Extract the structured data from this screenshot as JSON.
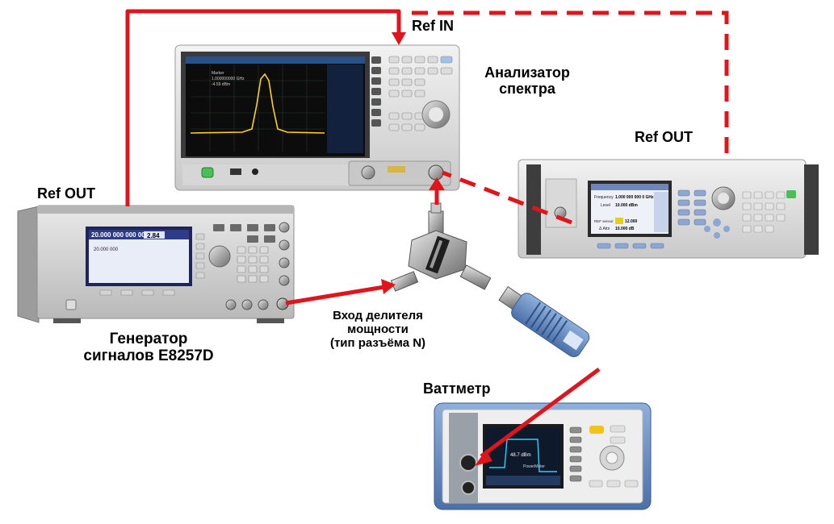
{
  "labels": {
    "ref_in": "Ref IN",
    "analyzer_line1": "Анализатор",
    "analyzer_line2": "спектра",
    "ref_out_generator": "Ref OUT",
    "ref_out_source": "Ref OUT",
    "generator_line1": "Генератор",
    "generator_line2": "сигналов E8257D",
    "splitter_line1": "Вход делителя",
    "splitter_line2": "мощности",
    "splitter_line3": "(тип разъёма N)",
    "wattmeter": "Ваттметр"
  },
  "analyzer_screen": {
    "marker_line1": "Marker",
    "marker_line2": "1.000000000 GHz",
    "marker_line3": "-4.59 dBm"
  },
  "generator_screen": {
    "frequency": "20.000 000 000 000",
    "amplitude": "2.84",
    "display_readout": "20.000 000"
  },
  "source_screen": {
    "freq_label": "Frequency",
    "freq_value": "1.000 000 000 0 GHz",
    "level_label": "Level",
    "level_value": "10.000 dBm",
    "ref_label": "REF sensor",
    "ref_value": "12.000",
    "attn_label": "Δ Attn",
    "attn_value": "10.000 dB"
  },
  "wattmeter_screen": {
    "readout": "48.7 dBm",
    "label": "PowerMeter"
  },
  "colors": {
    "cable": "#e0141b",
    "ref_link": "#e0141b",
    "background": "#ffffff"
  }
}
